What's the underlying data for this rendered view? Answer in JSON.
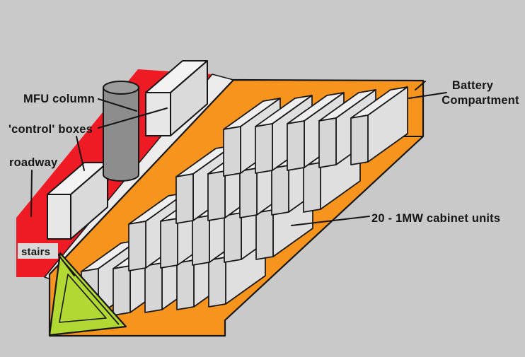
{
  "diagram": {
    "type": "battery-compartment-layout-schematic",
    "labels": {
      "mfu": "MFU column",
      "control": "'control' boxes",
      "roadway": "roadway",
      "stairs": "stairs",
      "battery_line1": "Battery",
      "battery_line2": "Compartment",
      "cabinets": "20 - 1MW cabinet units"
    },
    "cabinets": {
      "count": 20,
      "rows": 4,
      "per_row": 5,
      "unit_power": "1MW"
    },
    "colors": {
      "background": "#C9C9C9",
      "roadway_red": "#EE1B24",
      "compartment_orange": "#F7941E",
      "stairs_green": "#B2D933",
      "walkway_strip": "#ECECEC",
      "cabinet_front": "#D6D6D6",
      "cabinet_side": "#DFDFDF",
      "cabinet_top": "#EFEFEF",
      "box_front": "#E7E7E7",
      "box_side": "#DADADA",
      "box_top": "#F3F3F3",
      "column_gray": "#8D8D8D",
      "column_top_gray": "#9C9C9C",
      "label_box_gray": "#D9D9D9",
      "outline": "#161616"
    }
  }
}
